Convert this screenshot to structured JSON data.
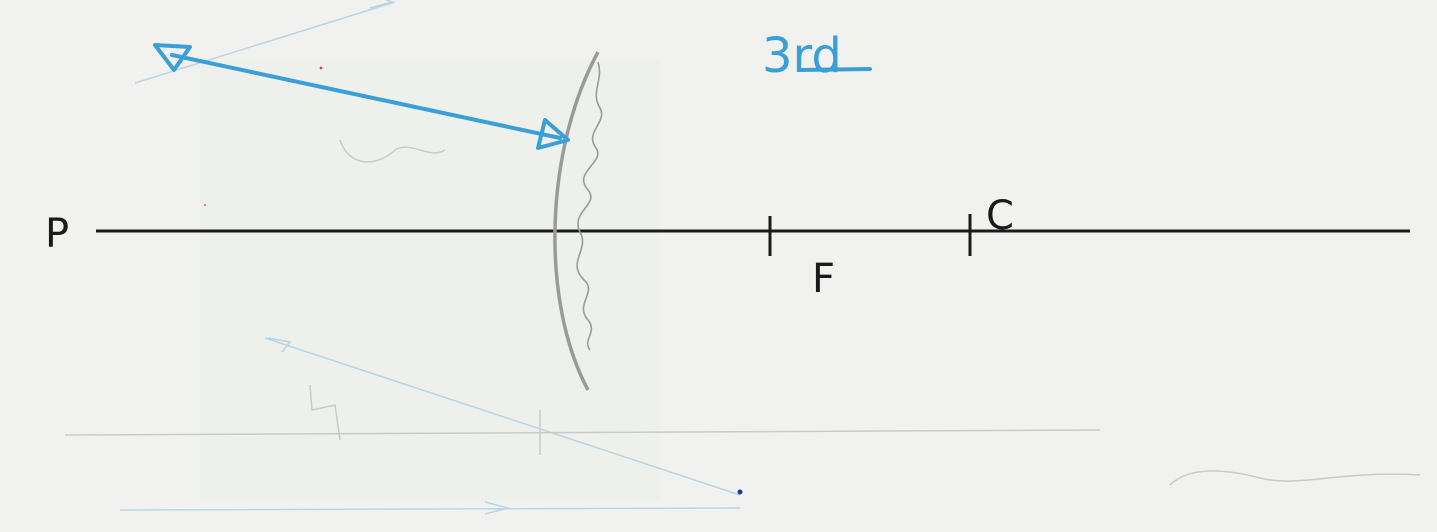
{
  "labels": {
    "principal_axis_start": "P",
    "focus": "F",
    "center": "C",
    "case_number": "3rd"
  },
  "colors": {
    "ink": "#1a1a1a",
    "ray_blue": "#3a9fd6",
    "pencil": "#9a9a9a",
    "bleed": "#a8cbe0",
    "paper": "#f1f2ef"
  }
}
